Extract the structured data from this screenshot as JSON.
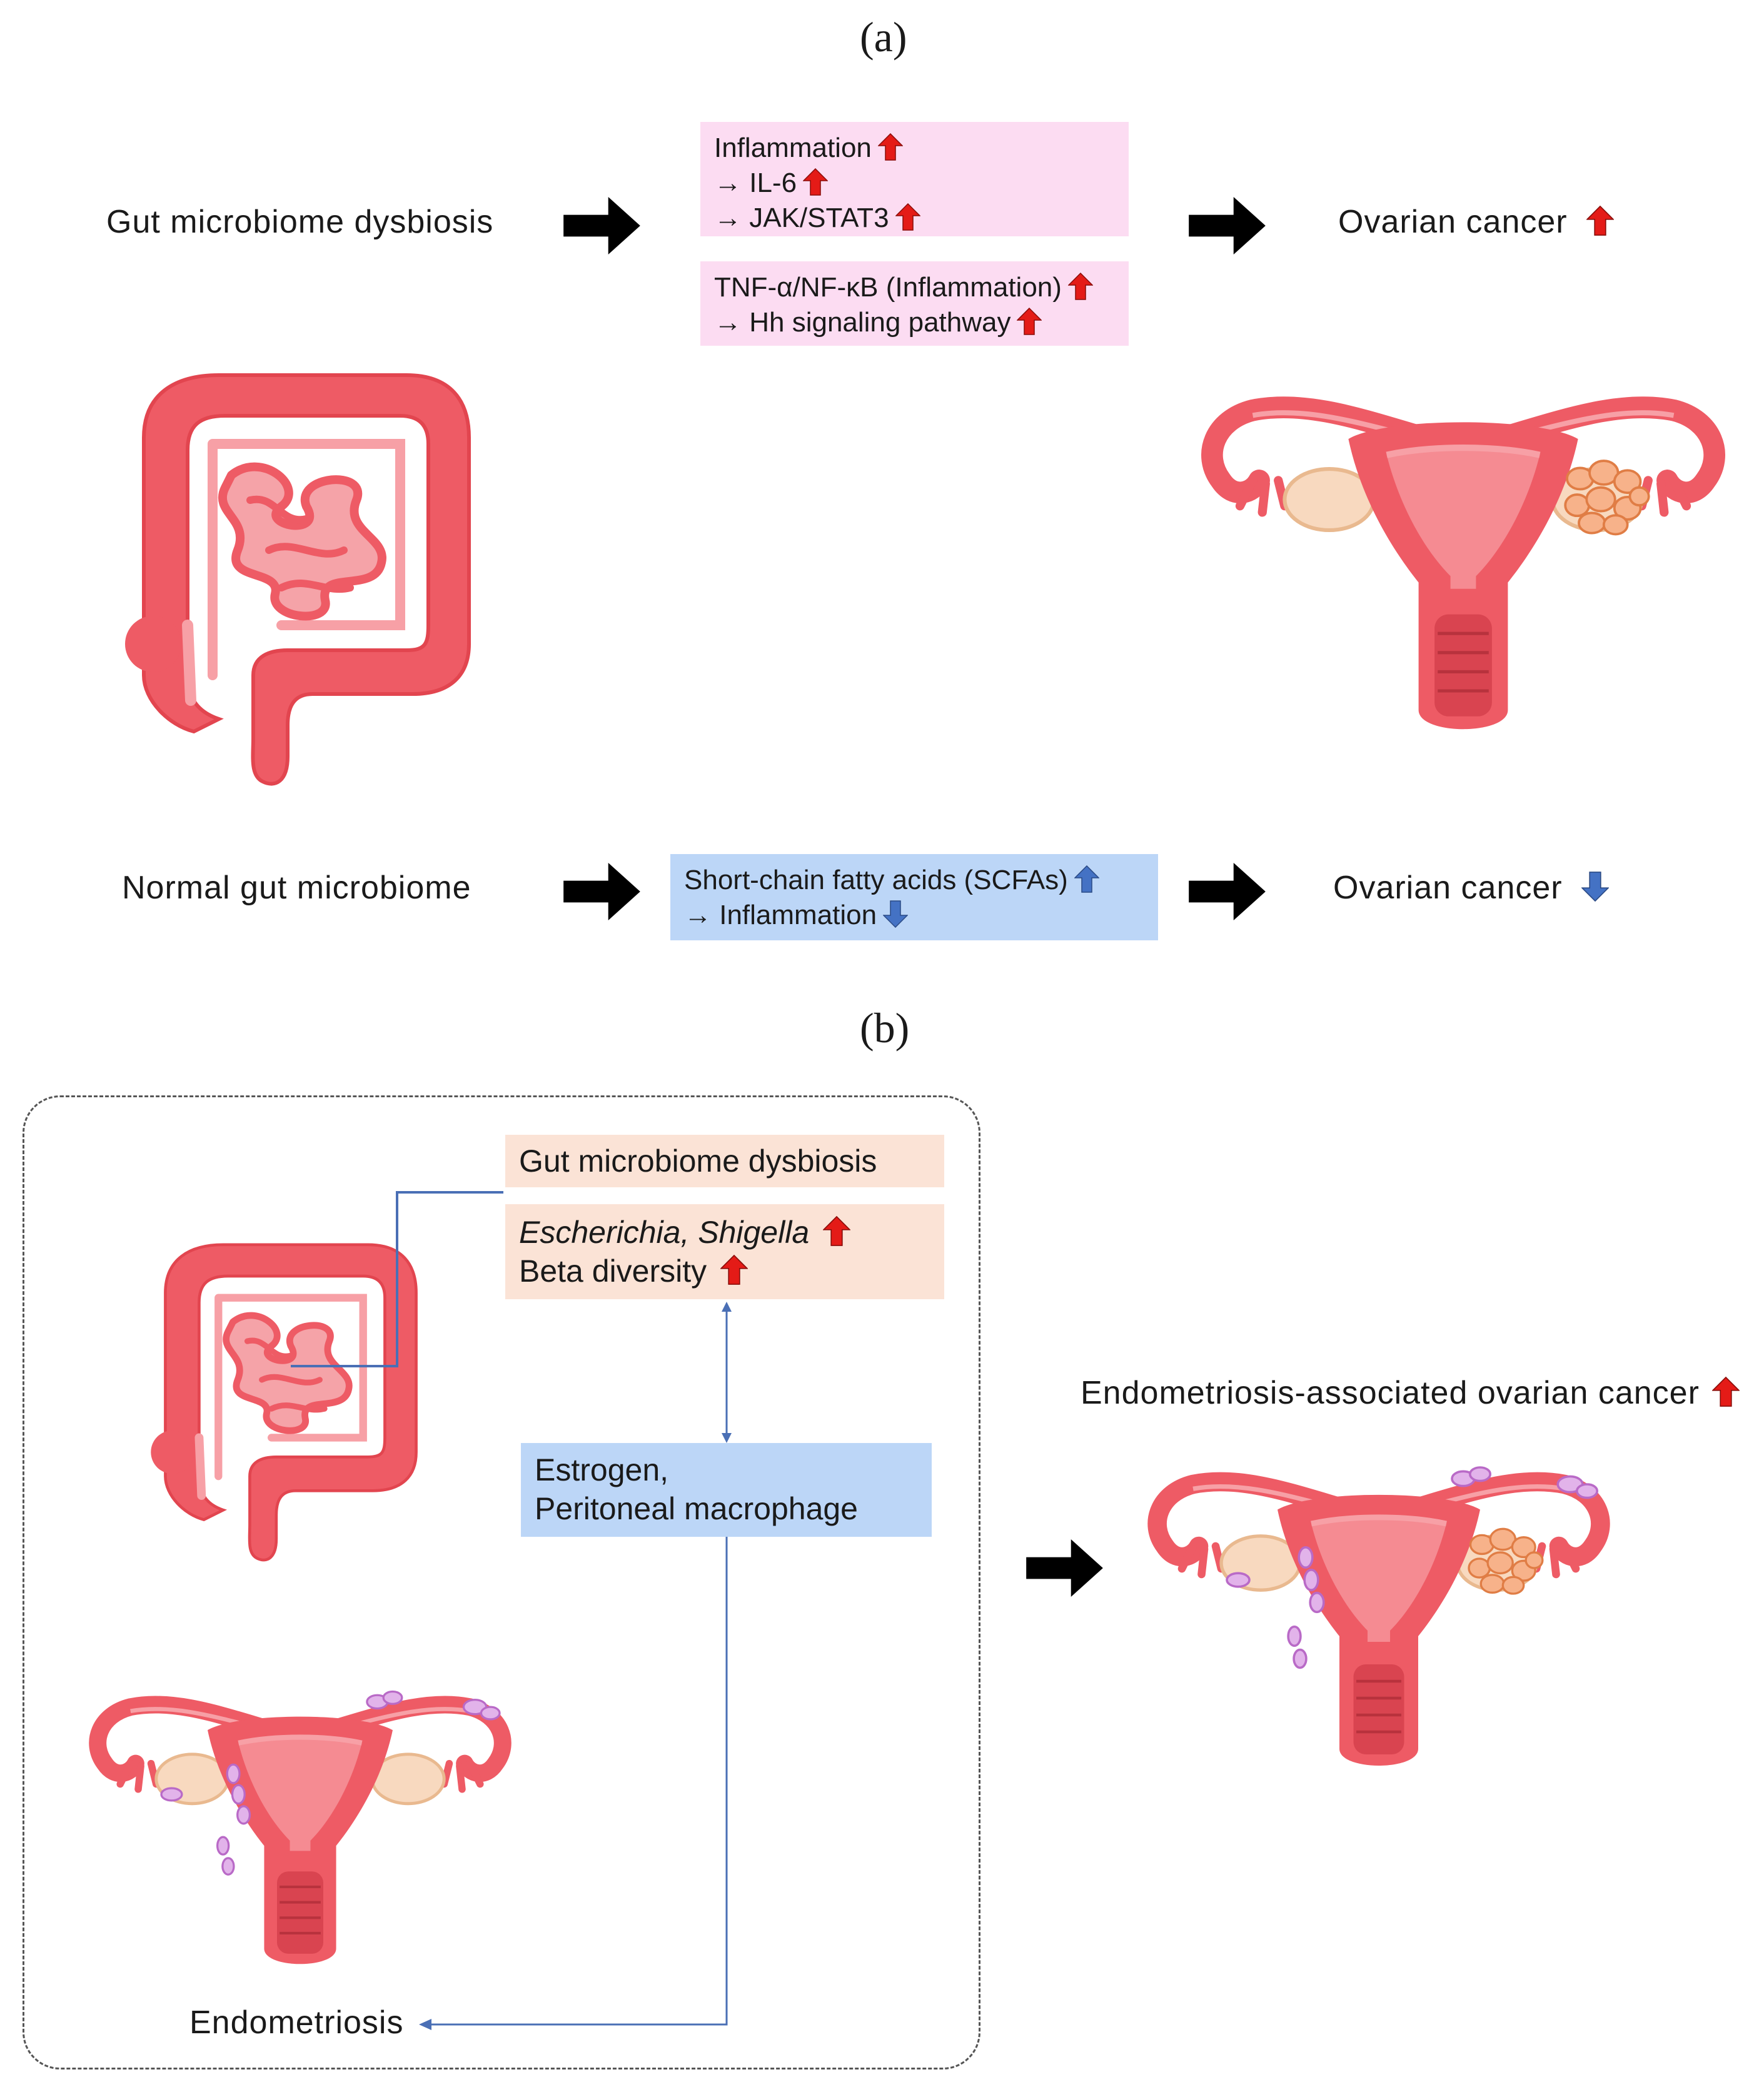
{
  "panel_a": {
    "label": "(a)",
    "dysbiosis": "Gut microbiome dysbiosis",
    "pink_box_1": [
      "Inflammation",
      "→ IL-6",
      "→ JAK/STAT3"
    ],
    "pink_box_2": [
      "TNF-α/NF-κB (Inflammation)",
      "→ Hh signaling pathway"
    ],
    "ovarian_cancer_up": "Ovarian cancer",
    "normal": "Normal gut microbiome",
    "blue_box": [
      "Short-chain fatty acids (SCFAs)",
      "→ Inflammation"
    ],
    "ovarian_cancer_down": "Ovarian cancer"
  },
  "panel_b": {
    "label": "(b)",
    "dysbiosis_header": "Gut microbiome dysbiosis",
    "bacteria": "Escherichia, Shigella",
    "beta": "Beta diversity",
    "estrogen": "Estrogen,",
    "macrophage": "Peritoneal macrophage",
    "endometriosis": "Endometriosis",
    "eaoc": "Endometriosis-associated ovarian cancer"
  },
  "colors": {
    "up_arrow": "#e41b17",
    "down_arrow": "#4472c4",
    "organ": "#ee5b65",
    "organ_light": "#f7a0a6",
    "pink_box": "#fcdcf2",
    "blue_box": "#bcd6f7",
    "peach_box": "#fbe3d6",
    "connector": "#4a6fb5"
  },
  "icons": [
    "up-arrow-icon",
    "down-arrow-icon",
    "right-arrow-icon",
    "intestine-icon",
    "uterus-icon"
  ]
}
